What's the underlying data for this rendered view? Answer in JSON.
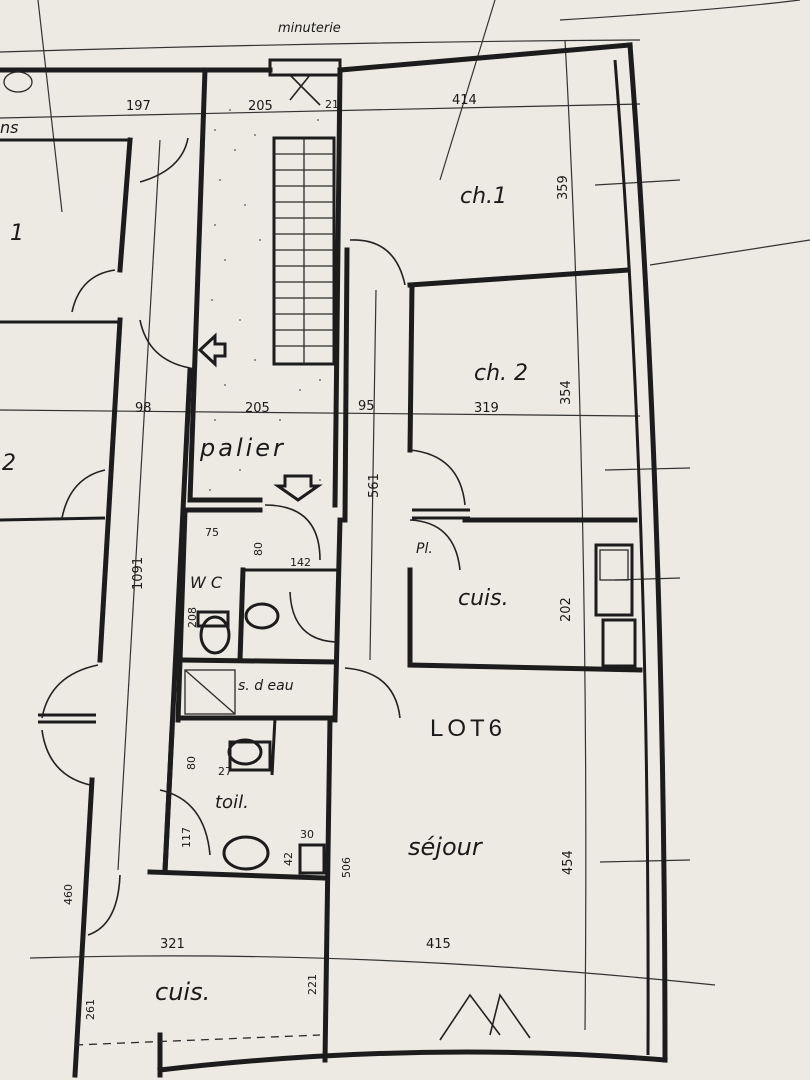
{
  "labels": {
    "minuterie": "minuterie",
    "ns": "ns",
    "left_room_1": "1",
    "left_room_2": "2",
    "ch1": "ch.1",
    "ch2": "ch. 2",
    "palier": "palier",
    "wc": "W C",
    "s_d_eau": "s. d eau",
    "toil": "toil.",
    "cuis_right": "cuis.",
    "lot": "LOT6",
    "sejour": "séjour",
    "cuis_bottom": "cuis.",
    "pl": "Pl."
  },
  "dimensions": {
    "d197": "197",
    "d205_top": "205",
    "d21": "21",
    "d414": "414",
    "d359": "359",
    "d98": "98",
    "d205_mid": "205",
    "d95": "95",
    "d319": "319",
    "d354": "354",
    "d561": "561",
    "d1091": "1091",
    "d75": "75",
    "d80_wc": "80",
    "d142": "142",
    "d208": "208",
    "d202": "202",
    "d80_toil": "80",
    "d27": "27",
    "d117": "117",
    "d30": "30",
    "d42": "42",
    "d506": "506",
    "d454": "454",
    "d460": "460",
    "d321": "321",
    "d415": "415",
    "d261": "261",
    "d221": "221"
  }
}
